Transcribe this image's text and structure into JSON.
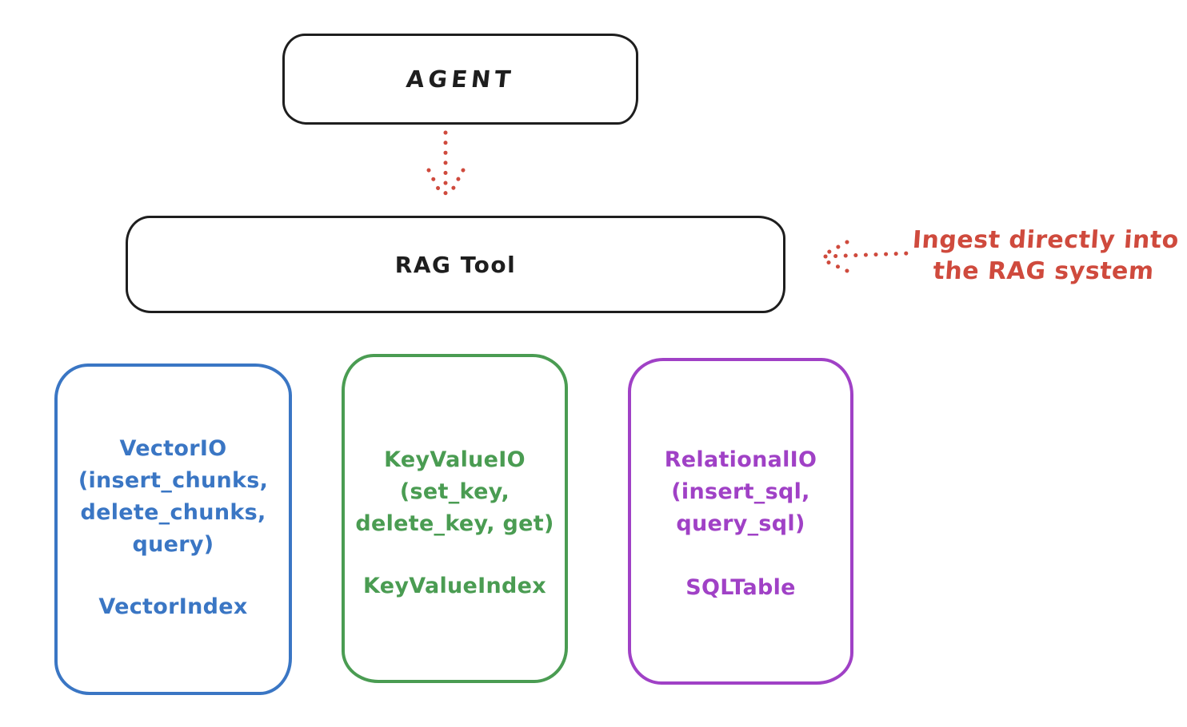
{
  "colors": {
    "background": "#ffffff",
    "ink": "#1e1e1e",
    "red": "#cf4a3d",
    "blue": "#3a76c4",
    "green": "#4a9c52",
    "purple": "#a041c6"
  },
  "nodes": {
    "agent": {
      "label": "AGENT"
    },
    "rag_tool": {
      "label": "RAG Tool"
    },
    "vector_io": {
      "color": "#3a76c4",
      "lines": [
        "VectorIO",
        "(insert_chunks,",
        "delete_chunks,",
        "query)"
      ],
      "index_label": "VectorIndex"
    },
    "key_value_io": {
      "color": "#4a9c52",
      "lines": [
        "KeyValueIO",
        "(set_key,",
        "delete_key, get)"
      ],
      "index_label": "KeyValueIndex"
    },
    "relational_io": {
      "color": "#a041c6",
      "lines": [
        "RelationalIO",
        "(insert_sql,",
        "query_sql)"
      ],
      "index_label": "SQLTable"
    }
  },
  "annotation": {
    "color": "#cf4a3d",
    "line1": "Ingest directly into",
    "line2": "the RAG system"
  }
}
